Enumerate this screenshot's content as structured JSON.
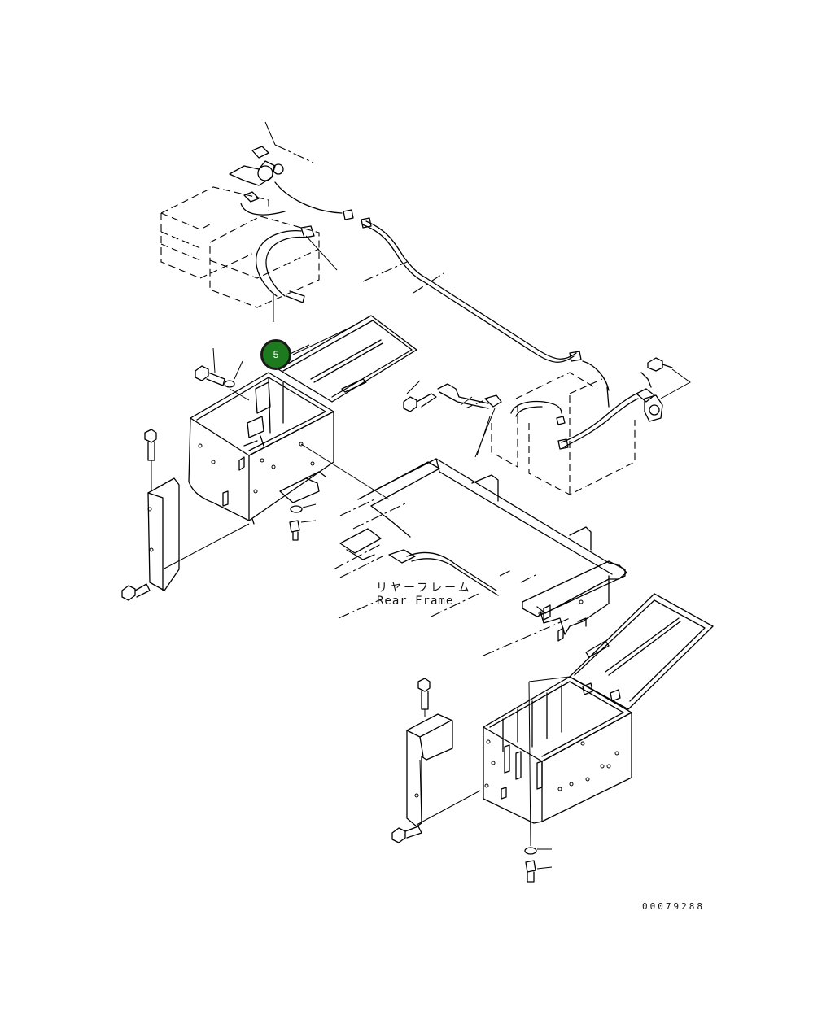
{
  "diagram": {
    "labels": {
      "rear_frame_jp": "リヤーフレーム",
      "rear_frame_en": "Rear Frame"
    },
    "drawing_number": "00079288",
    "callout": {
      "number": "5",
      "color": "#1e7a1e"
    }
  }
}
